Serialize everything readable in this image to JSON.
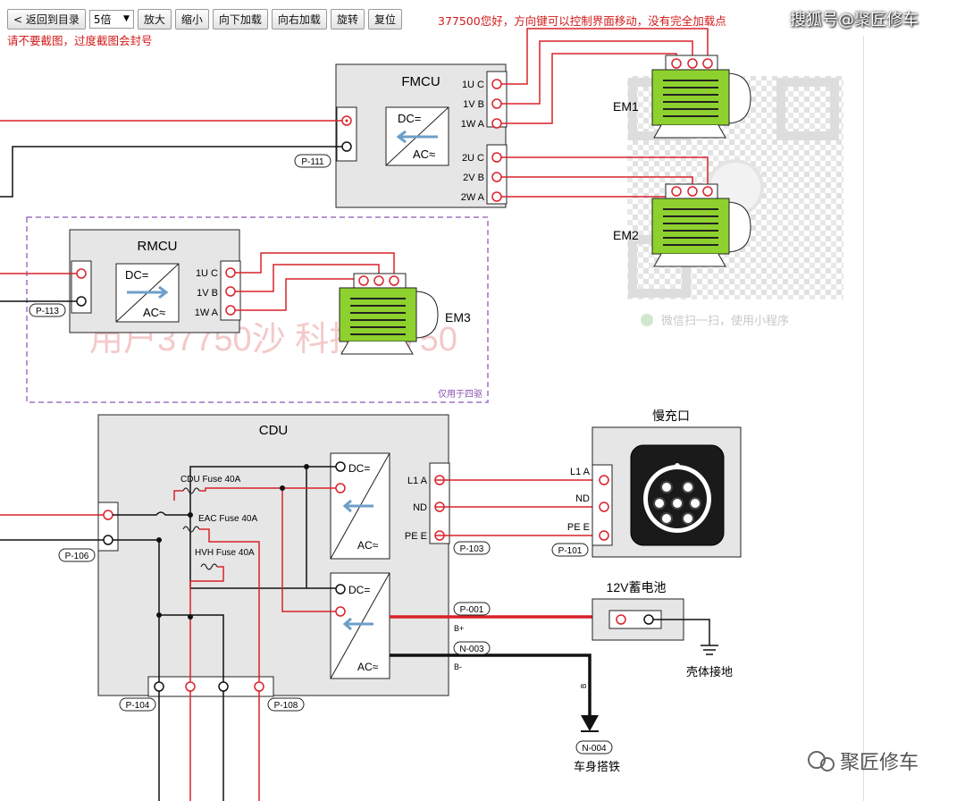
{
  "toolbar": {
    "back_label": "< 返回到目录",
    "zoom_select": "5倍",
    "zoom_in": "放大",
    "zoom_out": "缩小",
    "load_down": "向下加载",
    "load_right": "向右加载",
    "rotate": "旋转",
    "reset": "复位"
  },
  "notice": "377500您好，方向键可以控制界面移动，没有完全加载点",
  "warning": "请不要截图，过度截图会封号",
  "brand_top": "搜狐号@聚匠修车",
  "diagram": {
    "fmcu": {
      "title": "FMCU",
      "dc": "DC=",
      "ac": "AC≈",
      "pins_a": [
        "1U C",
        "1V B",
        "1W A"
      ],
      "pins_b": [
        "2U C",
        "2V B",
        "2W A"
      ],
      "connector": "P-111"
    },
    "em1": "EM1",
    "em2": "EM2",
    "rmcu": {
      "title": "RMCU",
      "dc": "DC=",
      "ac": "AC≈",
      "pins": [
        "1U C",
        "1V B",
        "1W A"
      ],
      "connector": "P-113"
    },
    "em3": "EM3",
    "four_wd_note": "仅用于四驱",
    "cdu": {
      "title": "CDU",
      "fuses": [
        "CDU Fuse 40A",
        "EAC Fuse 40A",
        "HVH Fuse 40A"
      ],
      "dc1": "DC=",
      "ac1": "AC≈",
      "dc2": "DC=",
      "ac2": "AC≈",
      "pins": [
        "L1 A",
        "ND",
        "PE E"
      ],
      "conn_103": "P-103",
      "conn_106": "P-106",
      "conn_104": "P-104",
      "conn_108": "P-108"
    },
    "charge_port": {
      "title": "慢充口",
      "pins": [
        "L1 A",
        "ND",
        "PE E"
      ],
      "connector": "P-101"
    },
    "battery": {
      "title": "12V蓄电池",
      "conn_001": "P-001",
      "conn_003": "N-003",
      "b_plus": "B+",
      "b_minus": "B-"
    },
    "body_ground": "壳体接地",
    "chassis_ground": "车身搭铁",
    "conn_004": "N-004",
    "b_label": "B",
    "watermark": "用户37750沙      科技37750",
    "qr_caption": "微信扫一扫，使用小程序"
  },
  "brand_bottom": "聚匠修车",
  "colors": {
    "wire_red": "#d9222a",
    "wire_black": "#111111",
    "box_fill": "#e6e6e6",
    "motor_green": "#8ed12e",
    "dashed_purple": "#a070c0"
  }
}
